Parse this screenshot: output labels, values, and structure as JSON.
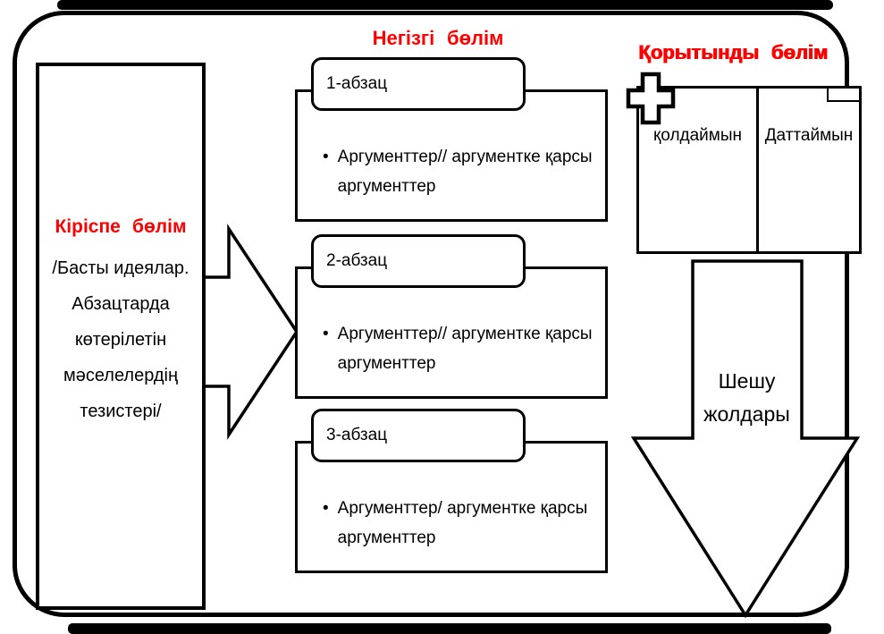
{
  "diagram": {
    "intro": {
      "title": "Кіріспе бөлім",
      "lines": [
        "/Басты идеялар.",
        "Абзацтарда",
        "көтерілетін",
        "мәселелердің",
        "тезистері/"
      ]
    },
    "main": {
      "title": "Негізгі бөлім",
      "paragraphs": [
        {
          "label": "1-абзац",
          "argument": "Аргументтер// аргументке қарсы аргументтер"
        },
        {
          "label": "2-абзац",
          "argument": "Аргументтер// аргументке қарсы аргументтер"
        },
        {
          "label": "3-абзац",
          "argument": "Аргументтер/ аргументке қарсы аргументтер"
        }
      ]
    },
    "conclusion": {
      "title": "Қорытынды бөлім",
      "columns": [
        "қолдаймын",
        "Даттаймын"
      ],
      "arrow_text_lines": [
        "Шешу",
        "жолдары"
      ]
    }
  },
  "glyphs": {
    "bullet": "•"
  },
  "colors": {
    "title_red": "#ff0000",
    "ink": "#000000",
    "background": "#ffffff"
  }
}
